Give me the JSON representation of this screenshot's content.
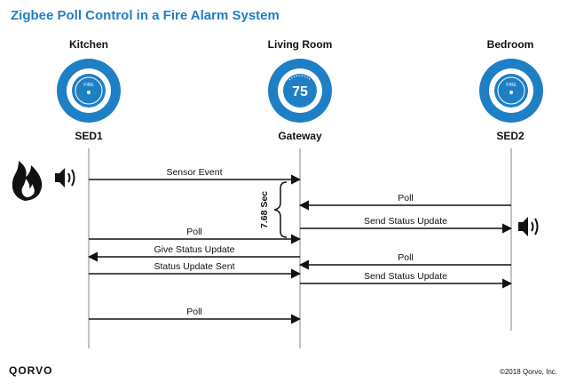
{
  "title": "Zigbee Poll Control in a Fire Alarm System",
  "nodes": [
    {
      "room": "Kitchen",
      "device": "SED1",
      "icon": "smoke-detector-icon",
      "icon_text": "FIRE"
    },
    {
      "room": "Living Room",
      "device": "Gateway",
      "icon": "thermostat-icon",
      "icon_text": "75"
    },
    {
      "room": "Bedroom",
      "device": "SED2",
      "icon": "smoke-detector-icon",
      "icon_text": "FIRE"
    }
  ],
  "messages": [
    {
      "label": "Sensor Event",
      "from": "SED1",
      "to": "Gateway"
    },
    {
      "label": "Poll",
      "from": "SED2",
      "to": "Gateway"
    },
    {
      "label": "Send Status Update",
      "from": "Gateway",
      "to": "SED2"
    },
    {
      "label": "Poll",
      "from": "SED1",
      "to": "Gateway"
    },
    {
      "label": "Give Status Update",
      "from": "Gateway",
      "to": "SED1"
    },
    {
      "label": "Poll",
      "from": "SED2",
      "to": "Gateway"
    },
    {
      "label": "Status Update Sent",
      "from": "SED1",
      "to": "Gateway"
    },
    {
      "label": "Send Status Update",
      "from": "Gateway",
      "to": "SED2"
    },
    {
      "label": "Poll",
      "from": "SED1",
      "to": "Gateway"
    }
  ],
  "interval_label": "7.68 Sec",
  "colors": {
    "accent": "#1f7fc4",
    "line": "#111111",
    "lifeline": "#999999"
  },
  "footer": {
    "logo": "QORVO",
    "copyright": "©2018 Qorvo, Inc."
  }
}
